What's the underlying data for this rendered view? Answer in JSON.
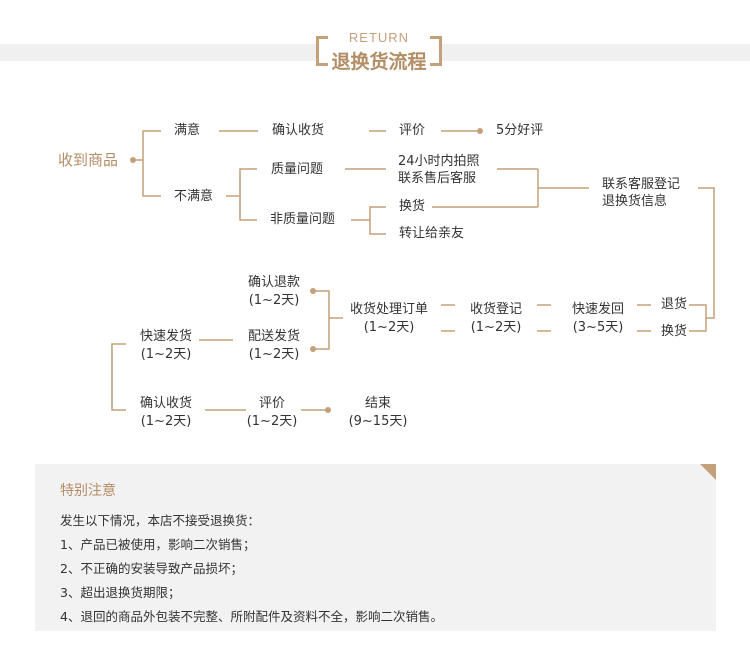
{
  "header": {
    "title_en": "RETURN",
    "title_cn": "退换货流程"
  },
  "flow": {
    "received": "收到商品",
    "satisfied": "满意",
    "confirm_receipt": "确认收货",
    "review": "评价",
    "five_star": "5分好评",
    "unsatisfied": "不满意",
    "quality_issue": "质量问题",
    "photo_line1": "24小时内拍照",
    "photo_line2": "联系售后客服",
    "non_quality_issue": "非质量问题",
    "exchange": "换货",
    "gift": "转让给亲友",
    "contact_line1": "联系客服登记",
    "contact_line2": "退换货信息",
    "return": "退货",
    "exchange2": "换货",
    "ship_back": "快速发回",
    "ship_back_time": "(3~5天)",
    "register": "收货登记",
    "register_time": "(1~2天)",
    "process": "收货处理订单",
    "process_time": "(1~2天)",
    "refund": "确认退款",
    "refund_time": "(1~2天)",
    "deliver": "配送发货",
    "deliver_time": "(1~2天)",
    "fast_ship": "快速发货",
    "fast_ship_time": "(1~2天)",
    "final_confirm": "确认收货",
    "final_confirm_time": "(1~2天)",
    "final_review": "评价",
    "final_review_time": "(1~2天)",
    "end": "结束",
    "end_time": "(9~15天)"
  },
  "notes": {
    "title": "特别注意",
    "intro": "发生以下情况，本店不接受退换货：",
    "items": [
      "1、产品已被使用，影响二次销售；",
      "2、不正确的安装导致产品损坏；",
      "3、超出退换货期限；",
      "4、退回的商品外包装不完整、所附配件及资料不全，影响二次销售。"
    ]
  },
  "colors": {
    "accent": "#c4a07a",
    "accent_dark": "#b38d65",
    "band": "#f0f0f0",
    "notes_bg": "#f2f2f2"
  }
}
